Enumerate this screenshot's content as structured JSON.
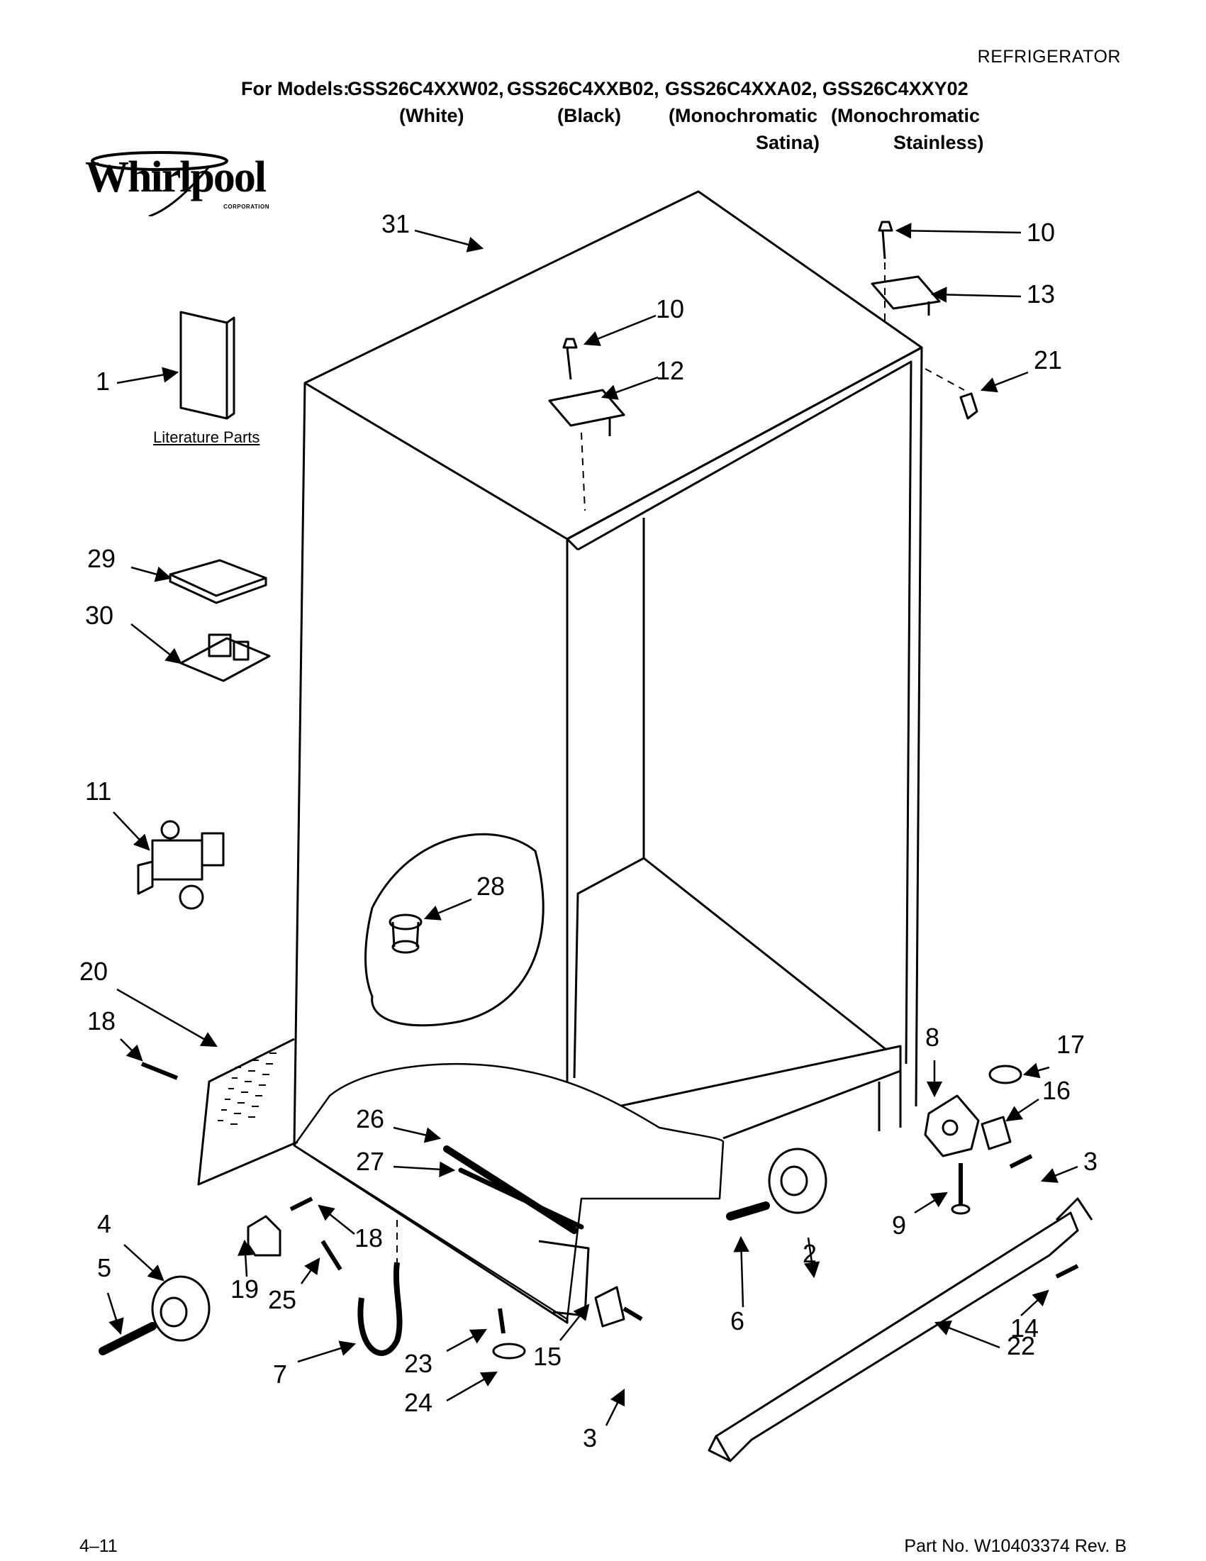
{
  "header": {
    "category": "REFRIGERATOR",
    "models_label": "For Models:",
    "models": [
      {
        "code": "GSS26C4XXW02,",
        "finish": "(White)",
        "finish2": ""
      },
      {
        "code": "GSS26C4XXB02,",
        "finish": "(Black)",
        "finish2": ""
      },
      {
        "code": "GSS26C4XXA02,",
        "finish": "(Monochromatic",
        "finish2": "Satina)"
      },
      {
        "code": "GSS26C4XXY02",
        "finish": "(Monochromatic",
        "finish2": "Stainless)"
      }
    ]
  },
  "logo": {
    "word": "Whirlpool",
    "corp": "CORPORATION"
  },
  "literature_label": "Literature Parts",
  "callouts": [
    "1",
    "2",
    "3",
    "3",
    "4",
    "5",
    "6",
    "7",
    "8",
    "9",
    "10",
    "10",
    "11",
    "12",
    "13",
    "14",
    "15",
    "16",
    "17",
    "18",
    "18",
    "19",
    "20",
    "21",
    "22",
    "23",
    "24",
    "25",
    "26",
    "27",
    "28",
    "29",
    "30",
    "31"
  ],
  "footer": {
    "page": "4–11",
    "part_no": "Part No. W10403374 Rev. B"
  }
}
